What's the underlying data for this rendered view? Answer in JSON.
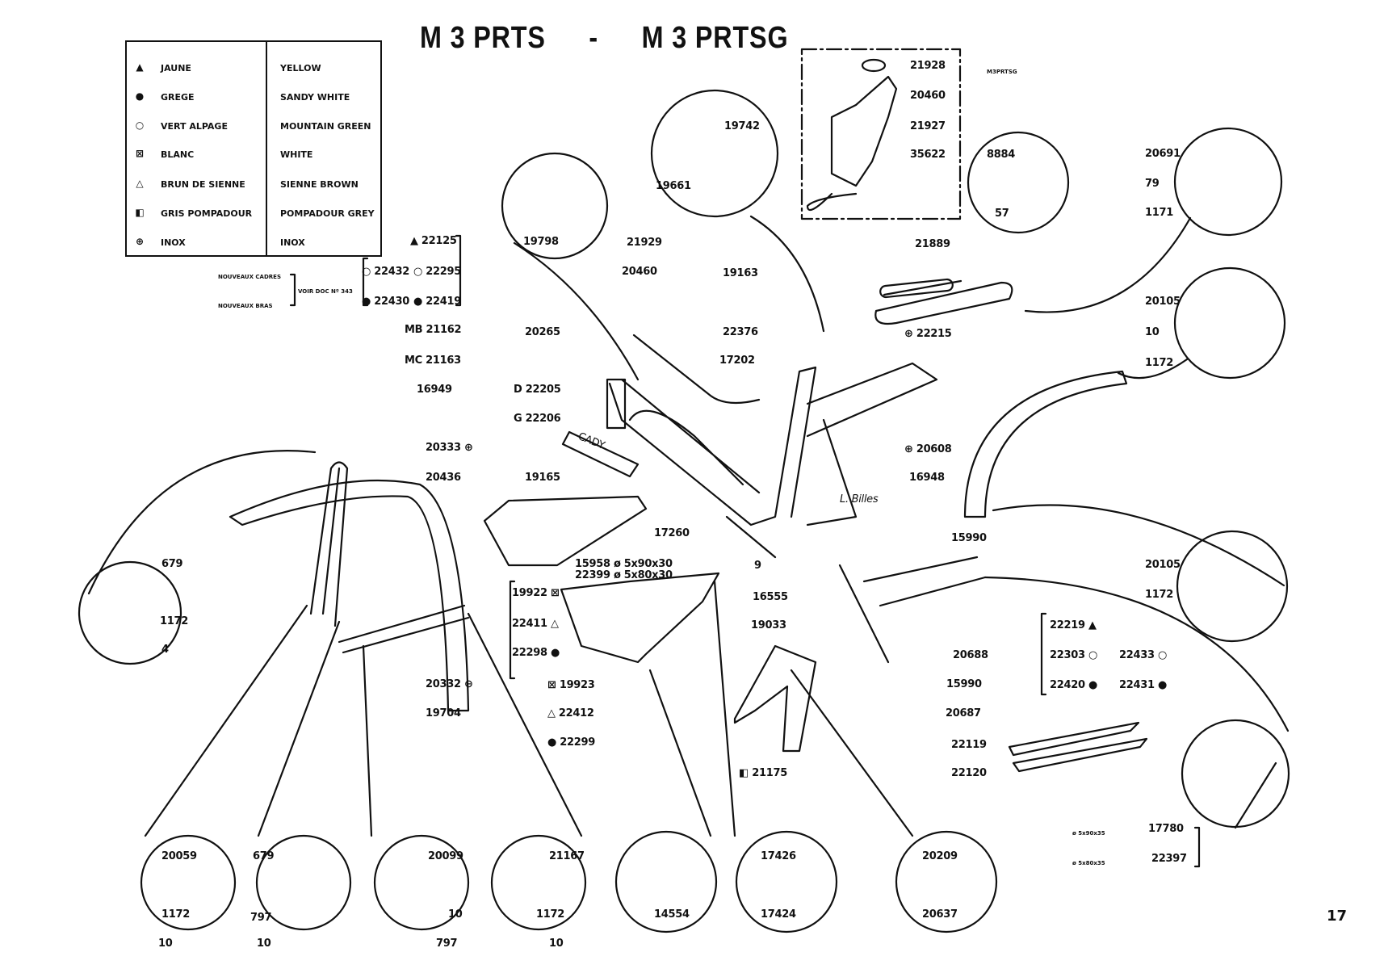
{
  "title": {
    "left": "M 3 PRTS",
    "sep": "-",
    "right": "M 3 PRTSG"
  },
  "page_number": "17",
  "legend": {
    "rows": [
      {
        "symbol": "▲",
        "icon": "filled-triangle-icon",
        "fr": "JAUNE",
        "en": "YELLOW"
      },
      {
        "symbol": "●",
        "icon": "filled-circle-icon",
        "fr": "GREGE",
        "en": "SANDY WHITE"
      },
      {
        "symbol": "○",
        "icon": "open-circle-icon",
        "fr": "VERT ALPAGE",
        "en": "MOUNTAIN GREEN"
      },
      {
        "symbol": "⊠",
        "icon": "boxed-x-icon",
        "fr": "BLANC",
        "en": "WHITE"
      },
      {
        "symbol": "△",
        "icon": "open-triangle-icon",
        "fr": "BRUN DE SIENNE",
        "en": "SIENNE BROWN"
      },
      {
        "symbol": "◧",
        "icon": "half-box-icon",
        "fr": "GRIS POMPADOUR",
        "en": "POMPADOUR GREY"
      },
      {
        "symbol": "⊕",
        "icon": "circle-cross-icon",
        "fr": "INOX",
        "en": "INOX"
      }
    ]
  },
  "notes": {
    "nouveaux_cadres": "NOUVEAUX CADRES",
    "nouveaux_bras": "NOUVEAUX BRAS",
    "voir_doc": "VOIR DOC Nº 343",
    "m3prtsg": "M3PRTSG"
  },
  "labels": [
    {
      "id": "21928",
      "text": "21928"
    },
    {
      "id": "20460a",
      "text": "20460"
    },
    {
      "id": "21927",
      "text": "21927"
    },
    {
      "id": "35622",
      "text": "35622"
    },
    {
      "id": "19742",
      "text": "19742"
    },
    {
      "id": "19661",
      "text": "19661"
    },
    {
      "id": "8884",
      "text": "8884"
    },
    {
      "id": "57",
      "text": "57"
    },
    {
      "id": "20691",
      "text": "20691"
    },
    {
      "id": "79",
      "text": "79"
    },
    {
      "id": "1171",
      "text": "1171"
    },
    {
      "id": "19798",
      "text": "19798"
    },
    {
      "id": "22125",
      "text": "▲ 22125"
    },
    {
      "id": "22432",
      "text": "○ 22432"
    },
    {
      "id": "22295",
      "text": "○ 22295"
    },
    {
      "id": "22430",
      "text": "● 22430"
    },
    {
      "id": "22419",
      "text": "● 22419"
    },
    {
      "id": "21929",
      "text": "21929"
    },
    {
      "id": "20460b",
      "text": "20460"
    },
    {
      "id": "19163",
      "text": "19163"
    },
    {
      "id": "21889",
      "text": "21889"
    },
    {
      "id": "22215",
      "text": "⊕ 22215"
    },
    {
      "id": "20105a",
      "text": "20105"
    },
    {
      "id": "10a",
      "text": "10"
    },
    {
      "id": "1172a",
      "text": "1172"
    },
    {
      "id": "21162",
      "text": "MB 21162"
    },
    {
      "id": "21163",
      "text": "MC 21163"
    },
    {
      "id": "16949",
      "text": "16949"
    },
    {
      "id": "20265",
      "text": "20265"
    },
    {
      "id": "22376",
      "text": "22376"
    },
    {
      "id": "17202",
      "text": "17202"
    },
    {
      "id": "22205",
      "text": "D 22205"
    },
    {
      "id": "22206",
      "text": "G 22206"
    },
    {
      "id": "20333",
      "text": "20333 ⊕"
    },
    {
      "id": "20436",
      "text": "20436"
    },
    {
      "id": "20608",
      "text": "⊕ 20608"
    },
    {
      "id": "16948",
      "text": "16948"
    },
    {
      "id": "19165",
      "text": "19165"
    },
    {
      "id": "17260",
      "text": "17260"
    },
    {
      "id": "15990a",
      "text": "15990"
    },
    {
      "id": "9",
      "text": "9"
    },
    {
      "id": "15958",
      "text": "15958 ø 5x90x30"
    },
    {
      "id": "22399",
      "text": "22399 ø 5x80x30"
    },
    {
      "id": "679a",
      "text": "679"
    },
    {
      "id": "1172b",
      "text": "1172"
    },
    {
      "id": "4",
      "text": "4"
    },
    {
      "id": "20105b",
      "text": "20105"
    },
    {
      "id": "1172c",
      "text": "1172"
    },
    {
      "id": "16555",
      "text": "16555"
    },
    {
      "id": "19033",
      "text": "19033"
    },
    {
      "id": "19922",
      "text": "19922 ⊠"
    },
    {
      "id": "22411",
      "text": "22411 △"
    },
    {
      "id": "22298",
      "text": "22298 ●"
    },
    {
      "id": "20688",
      "text": "20688"
    },
    {
      "id": "15990b",
      "text": "15990"
    },
    {
      "id": "20687",
      "text": "20687"
    },
    {
      "id": "22219",
      "text": "22219 ▲"
    },
    {
      "id": "22303",
      "text": "22303 ○"
    },
    {
      "id": "22433",
      "text": "22433 ○"
    },
    {
      "id": "22420",
      "text": "22420 ●"
    },
    {
      "id": "22431",
      "text": "22431 ●"
    },
    {
      "id": "20332",
      "text": "20332 ⊖"
    },
    {
      "id": "19704",
      "text": "19704"
    },
    {
      "id": "19923",
      "text": "⊠ 19923"
    },
    {
      "id": "22412",
      "text": "△ 22412"
    },
    {
      "id": "22299",
      "text": "● 22299"
    },
    {
      "id": "22119",
      "text": "22119"
    },
    {
      "id": "22120",
      "text": "22120"
    },
    {
      "id": "21175",
      "text": "◧ 21175"
    },
    {
      "id": "17780",
      "text": "17780"
    },
    {
      "id": "22397",
      "text": "22397"
    },
    {
      "id": "d17780",
      "text": "ø 5x90x35"
    },
    {
      "id": "d22397",
      "text": "ø 5x80x35"
    },
    {
      "id": "20059",
      "text": "20059"
    },
    {
      "id": "1172d",
      "text": "1172"
    },
    {
      "id": "10b",
      "text": "10"
    },
    {
      "id": "679b",
      "text": "679"
    },
    {
      "id": "797a",
      "text": "797"
    },
    {
      "id": "10c",
      "text": "10"
    },
    {
      "id": "20099",
      "text": "20099"
    },
    {
      "id": "10d",
      "text": "10"
    },
    {
      "id": "797b",
      "text": "797"
    },
    {
      "id": "21167",
      "text": "21167"
    },
    {
      "id": "1172e",
      "text": "1172"
    },
    {
      "id": "10e",
      "text": "10"
    },
    {
      "id": "14554",
      "text": "14554"
    },
    {
      "id": "17426",
      "text": "17426"
    },
    {
      "id": "17424",
      "text": "17424"
    },
    {
      "id": "20209",
      "text": "20209"
    },
    {
      "id": "20637",
      "text": "20637"
    }
  ],
  "signature": "L. Billes",
  "frame_text": "CADY"
}
